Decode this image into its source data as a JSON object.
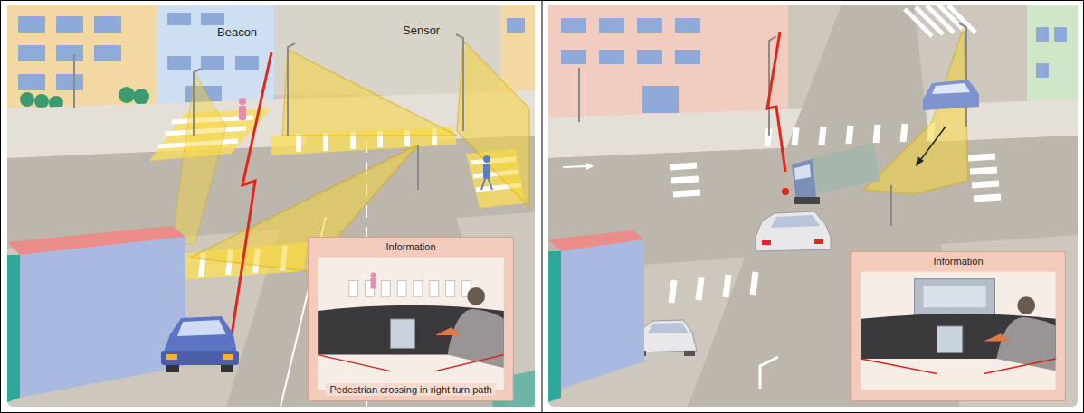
{
  "diagram": {
    "nodes": [
      {
        "text": [
          "Information",
          "Pedestrian crossing in right turn path"
        ]
      },
      {
        "text": [
          "Information"
        ]
      }
    ],
    "labels": [
      "Beacon",
      "Sensor"
    ]
  }
}
